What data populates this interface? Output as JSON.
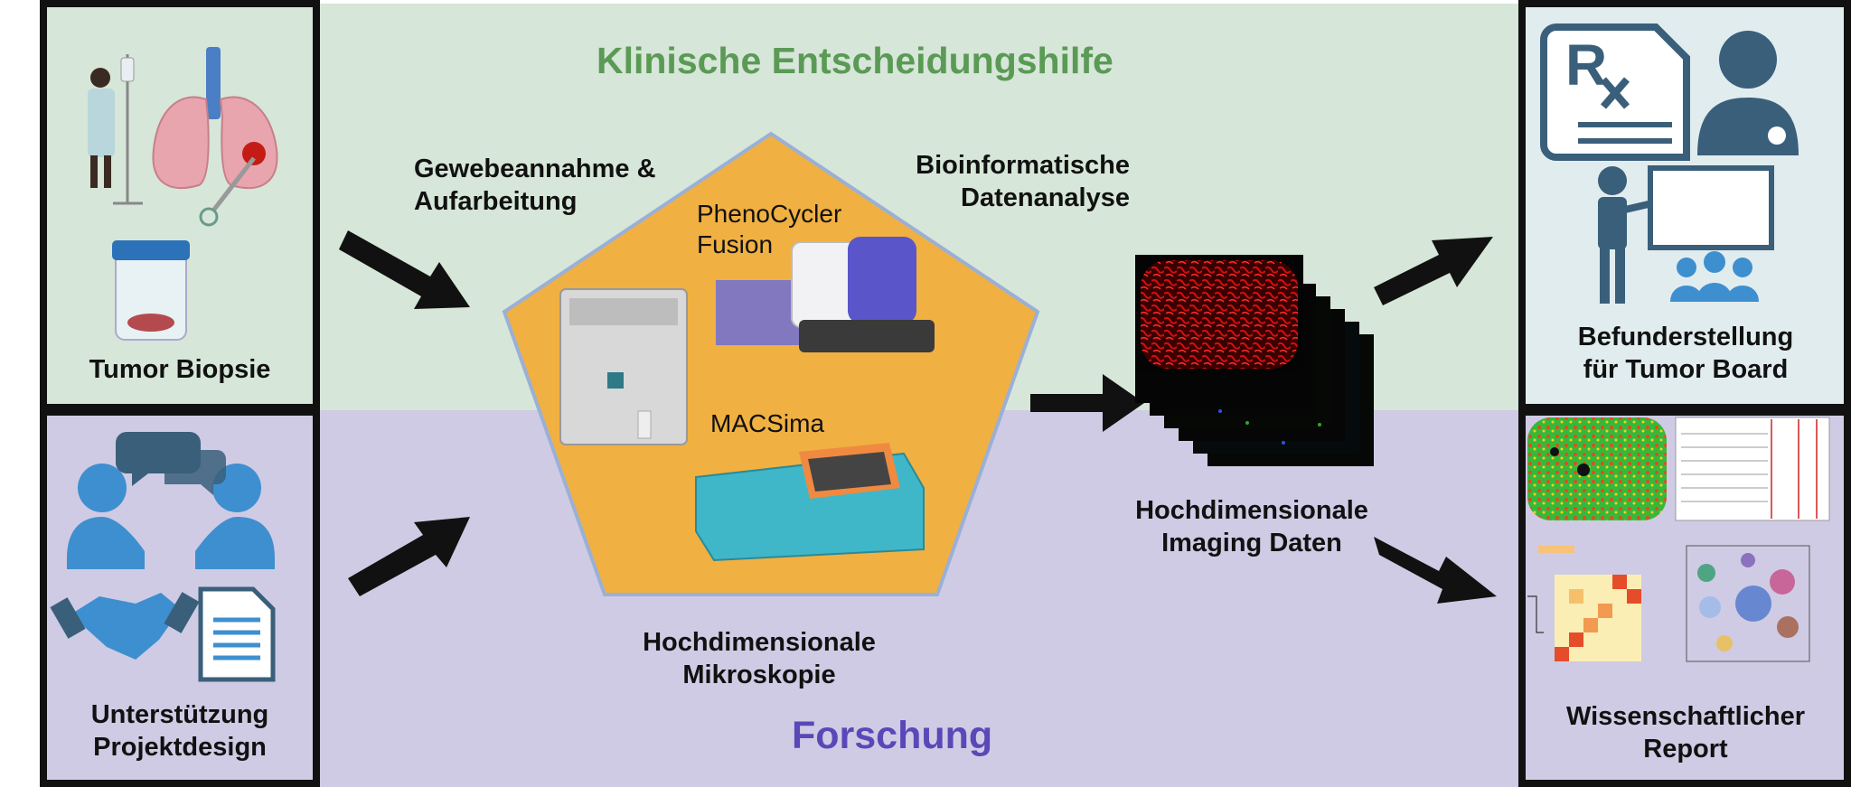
{
  "sections": {
    "top_title": "Klinische Entscheidungshilfe",
    "bottom_title": "Forschung"
  },
  "panels": {
    "tumor_biopsie": "Tumor Biopsie",
    "unterstuetzung_line1": "Unterstützung",
    "unterstuetzung_line2": "Projektdesign",
    "befund_line1": "Befunderstellung",
    "befund_line2": "für Tumor Board",
    "report_line1": "Wissenschaftlicher",
    "report_line2": "Report"
  },
  "steps": {
    "gewebe_line1": "Gewebeannahme &",
    "gewebe_line2": "Aufarbeitung",
    "bioinf_line1": "Bioinformatische",
    "bioinf_line2": "Datenanalyse",
    "mikro_line1": "Hochdimensionale",
    "mikro_line2": "Mikroskopie",
    "imaging_line1": "Hochdimensionale",
    "imaging_line2": "Imaging Daten"
  },
  "instruments": {
    "phenocycler_line1": "PhenoCycler",
    "phenocycler_line2": "Fusion",
    "macsima": "MACSima"
  },
  "colors": {
    "clinical_bg": "#d6e6d8",
    "research_bg": "#cfcbe4",
    "pentagon": "#f1b042",
    "icon_blue": "#3e8fcf",
    "icon_dark": "#3a5f7a"
  }
}
